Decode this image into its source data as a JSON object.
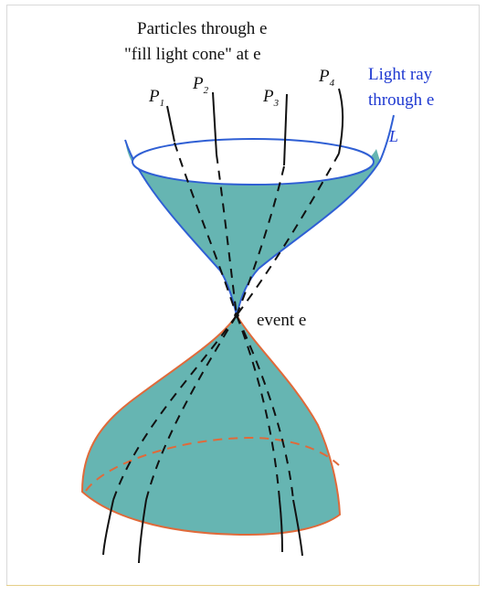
{
  "diagram": {
    "caption_lines": [
      "Particles through e",
      "\"fill light cone\" at e"
    ],
    "light_ray_caption_lines": [
      "Light ray",
      "through e"
    ],
    "particles": [
      {
        "label": "P",
        "subscript": "1"
      },
      {
        "label": "P",
        "subscript": "2"
      },
      {
        "label": "P",
        "subscript": "3"
      },
      {
        "label": "P",
        "subscript": "4"
      }
    ],
    "ray_label": "L",
    "event_label": "event e",
    "colors": {
      "upper_cone_fill": "#66b5b2",
      "lower_cone_fill": "#66b5b2",
      "upper_cone_outline": "#2f5fd4",
      "lower_cone_outline": "#e06a3a",
      "particle_lines": "#111111",
      "light_ray_text": "#1f39d1",
      "frame_border": "#d9d9d9"
    }
  }
}
